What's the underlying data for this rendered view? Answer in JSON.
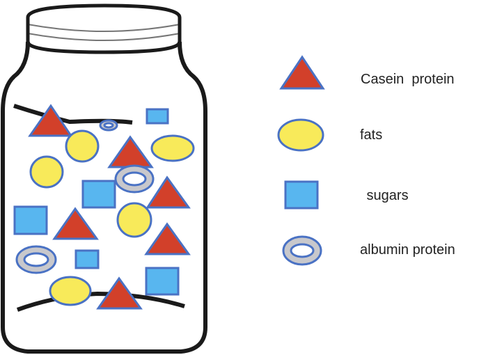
{
  "legend": [
    {
      "shape": "triangle",
      "label": "Casein  protein"
    },
    {
      "shape": "ellipse",
      "label": "fats"
    },
    {
      "shape": "square",
      "label": " sugars"
    },
    {
      "shape": "ring",
      "label": "albumin protein"
    }
  ],
  "colors": {
    "casein": "#d2402a",
    "fat": "#f8ea5a",
    "sugar": "#58b6ef",
    "albumin": "#c8c8cc",
    "outline": "#4a72c4",
    "jar": "#1a1a1a"
  }
}
